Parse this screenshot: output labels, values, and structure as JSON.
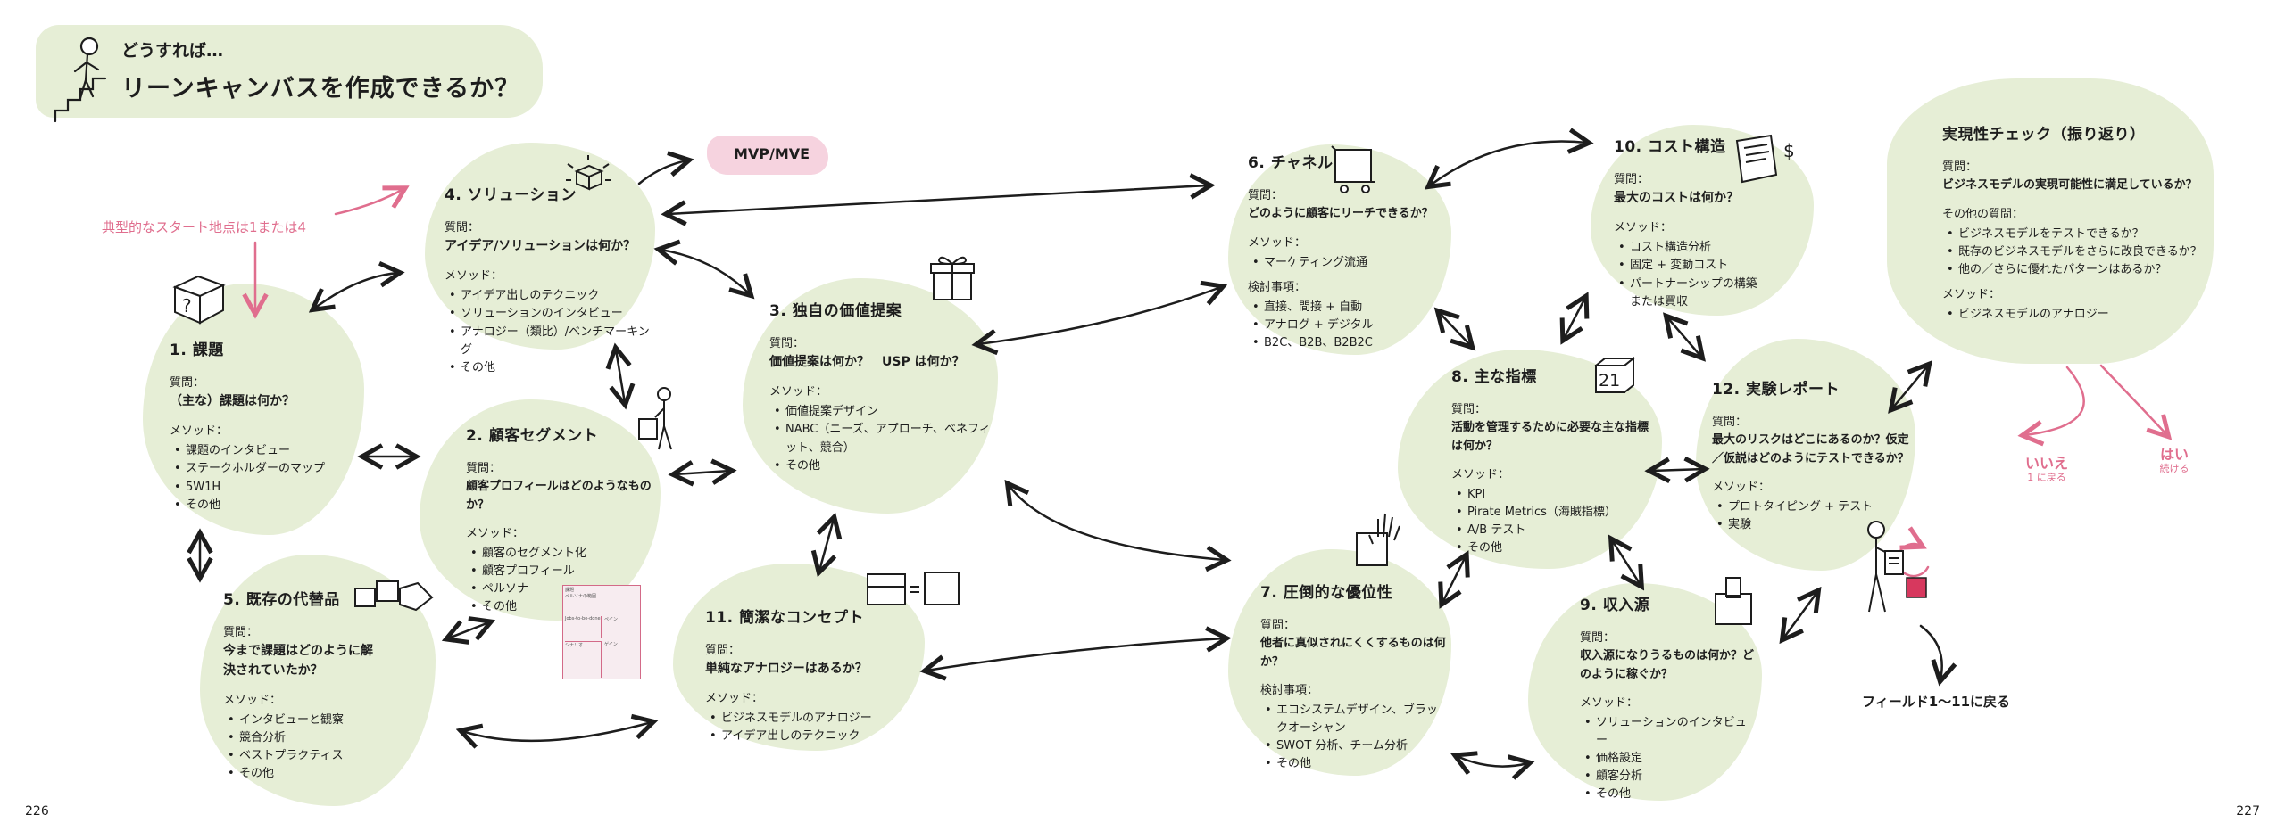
{
  "header": {
    "line1": "どうすれば…",
    "line2": "リーンキャンバスを作成できるか？"
  },
  "start_note": "典型的なスタート地点は1または4",
  "mvp_label": "MVP/MVE",
  "nodes": {
    "problem": {
      "title": "1. 課題",
      "q_label": "質問：",
      "question": "（主な）課題は何か？",
      "m_label": "メソッド：",
      "methods": [
        "課題のインタビュー",
        "ステークホルダーのマップ",
        "5W1H",
        "その他"
      ]
    },
    "segments": {
      "title": "2. 顧客セグメント",
      "q_label": "質問：",
      "question": "顧客プロフィールはどのようなものか？",
      "m_label": "メソッド：",
      "methods": [
        "顧客のセグメント化",
        "顧客プロフィール",
        "ペルソナ",
        "その他"
      ]
    },
    "uvp": {
      "title": "3. 独自の価値提案",
      "q_label": "質問：",
      "question": "価値提案は何か？　USP は何か？",
      "m_label": "メソッド：",
      "methods": [
        "価値提案デザイン",
        "NABC（ニーズ、アプローチ、ベネフィット、競合）",
        "その他"
      ]
    },
    "solution": {
      "title": "4. ソリューション",
      "q_label": "質問：",
      "question": "アイデア/ソリューションは何か？",
      "m_label": "メソッド：",
      "methods": [
        "アイデア出しのテクニック",
        "ソリューションのインタビュー",
        "アナロジー（類比）/ベンチマーキング",
        "その他"
      ]
    },
    "alternatives": {
      "title": "5. 既存の代替品",
      "q_label": "質問：",
      "question": "今まで課題はどのように解決されていたか？",
      "m_label": "メソッド：",
      "methods": [
        "インタビューと観察",
        "競合分析",
        "ベストプラクティス",
        "その他"
      ]
    },
    "channels": {
      "title": "6. チャネル",
      "q_label": "質問：",
      "question": "どのように顧客にリーチできるか？",
      "m_label": "メソッド：",
      "methods": [
        "マーケティング流通"
      ],
      "c_label": "検討事項：",
      "considerations": [
        "直接、間接 + 自動",
        "アナログ + デジタル",
        "B2C、B2B、B2B2C"
      ]
    },
    "advantage": {
      "title": "7. 圧倒的な優位性",
      "q_label": "質問：",
      "question": "他者に真似されにくくするものは何か？",
      "c_label": "検討事項：",
      "considerations": [
        "エコシステムデザイン、ブラックオーシャン",
        "SWOT 分析、チーム分析",
        "その他"
      ]
    },
    "metrics": {
      "title": "8. 主な指標",
      "q_label": "質問：",
      "question": "活動を管理するために必要な主な指標は何か？",
      "m_label": "メソッド：",
      "methods": [
        "KPI",
        "Pirate Metrics（海賊指標）",
        "A/B テスト",
        "その他"
      ]
    },
    "revenue": {
      "title": "9. 収入源",
      "q_label": "質問：",
      "question": "収入源になりうるものは何か？どのように稼ぐか？",
      "m_label": "メソッド：",
      "methods": [
        "ソリューションのインタビュー",
        "価格設定",
        "顧客分析",
        "その他"
      ]
    },
    "cost": {
      "title": "10. コスト構造",
      "q_label": "質問：",
      "question": "最大のコストは何か？",
      "m_label": "メソッド：",
      "methods": [
        "コスト構造分析",
        "固定 + 変動コスト",
        "パートナーシップの構築または買収"
      ]
    },
    "concept": {
      "title": "11. 簡潔なコンセプト",
      "q_label": "質問：",
      "question": "単純なアナロジーはあるか？",
      "m_label": "メソッド：",
      "methods": [
        "ビジネスモデルのアナロジー",
        "アイデア出しのテクニック"
      ]
    },
    "experiment": {
      "title": "12. 実験レポート",
      "q_label": "質問：",
      "question": "最大のリスクはどこにあるのか？仮定／仮説はどのようにテストできるか？",
      "m_label": "メソッド：",
      "methods": [
        "プロトタイピング + テスト",
        "実験"
      ]
    },
    "reality": {
      "title": "実現性チェック（振り返り）",
      "q_label": "質問：",
      "question": "ビジネスモデルの実現可能性に満足しているか？",
      "o_label": "その他の質問：",
      "others": [
        "ビジネスモデルをテストできるか？",
        "既存のビジネスモデルをさらに改良できるか？",
        "他の／さらに優れたパターンはあるか？"
      ],
      "m_label": "メソッド：",
      "methods": [
        "ビジネスモデルのアナロジー"
      ]
    }
  },
  "no": {
    "label": "いいえ",
    "sub": "1 に戻る"
  },
  "yes": {
    "label": "はい",
    "sub": "続ける"
  },
  "back_label": "フィールド1～11に戻る",
  "canvas_mini": {
    "top_label": "課題",
    "cell1": "ペルソナの範囲",
    "cell2": "Jobs-to-be-done",
    "cell3": "ペイン",
    "cell4": "シナリオ",
    "cell5": "ゲイン"
  },
  "cost_symbol": "$",
  "metrics_badge": "21",
  "page_left": "226",
  "page_right": "227",
  "colors": {
    "blob": "#e6eed6",
    "accent_pink": "#e06e8e",
    "mvp_pink": "#f6d3df"
  }
}
